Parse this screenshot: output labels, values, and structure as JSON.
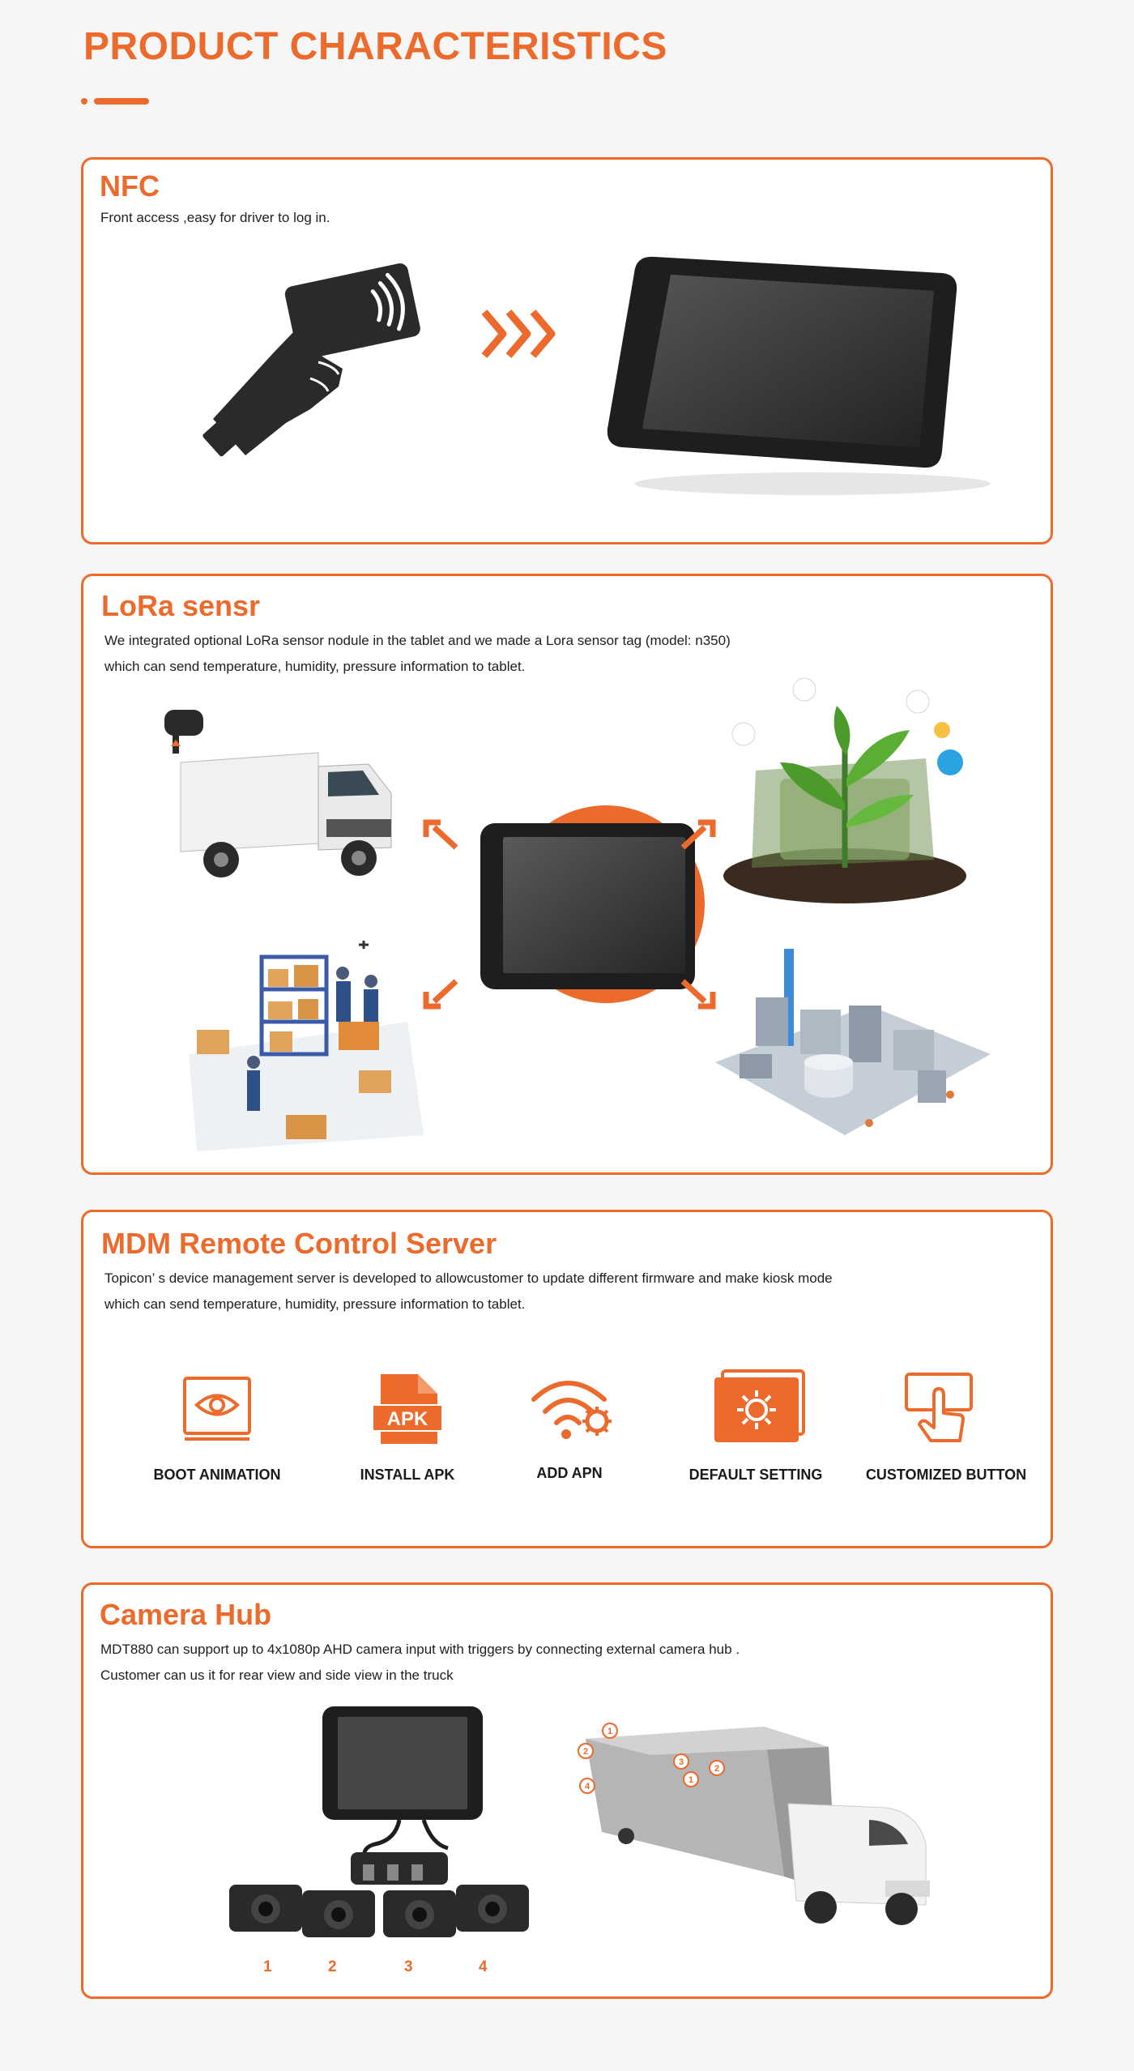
{
  "page": {
    "title": "PRODUCT CHARACTERISTICS"
  },
  "nfc": {
    "title": "NFC",
    "description": "Front access ,easy for driver to log in."
  },
  "lora": {
    "title": "LoRa sensr",
    "description_line1": "We integrated optional LoRa sensor nodule in the tablet and we made a Lora sensor tag (model: n350)",
    "description_line2": "which can send temperature, humidity, pressure information to tablet."
  },
  "mdm": {
    "title": "MDM Remote Control Server",
    "description_line1": "Topicon’ s device management server is developed to allowcustomer to update different firmware and make kiosk mode",
    "description_line2": "which can send temperature, humidity, pressure information to tablet.",
    "features": [
      {
        "label": "BOOT ANIMATION",
        "icon": "boot-animation-icon"
      },
      {
        "label": "INSTALL APK",
        "icon": "apk-file-icon",
        "badge": "APK"
      },
      {
        "label": "ADD APN",
        "icon": "wifi-gear-icon"
      },
      {
        "label": "DEFAULT SETTING",
        "icon": "default-setting-icon"
      },
      {
        "label": "CUSTOMIZED BUTTON",
        "icon": "touch-button-icon"
      }
    ]
  },
  "camera": {
    "title": "Camera Hub",
    "description_line1": "MDT880 can support up to 4x1080p AHD camera input with triggers by connecting external camera hub .",
    "description_line2": "Customer can us it for rear view and side view in the truck",
    "camera_numbers": [
      "1",
      "2",
      "3",
      "4"
    ],
    "truck_markers": [
      "1",
      "2",
      "3",
      "1",
      "2",
      "4"
    ]
  },
  "colors": {
    "accent": "#ec6a2c",
    "border": "#ec6a2c",
    "text": "#1e1e1e",
    "background": "#f6f6f6"
  }
}
